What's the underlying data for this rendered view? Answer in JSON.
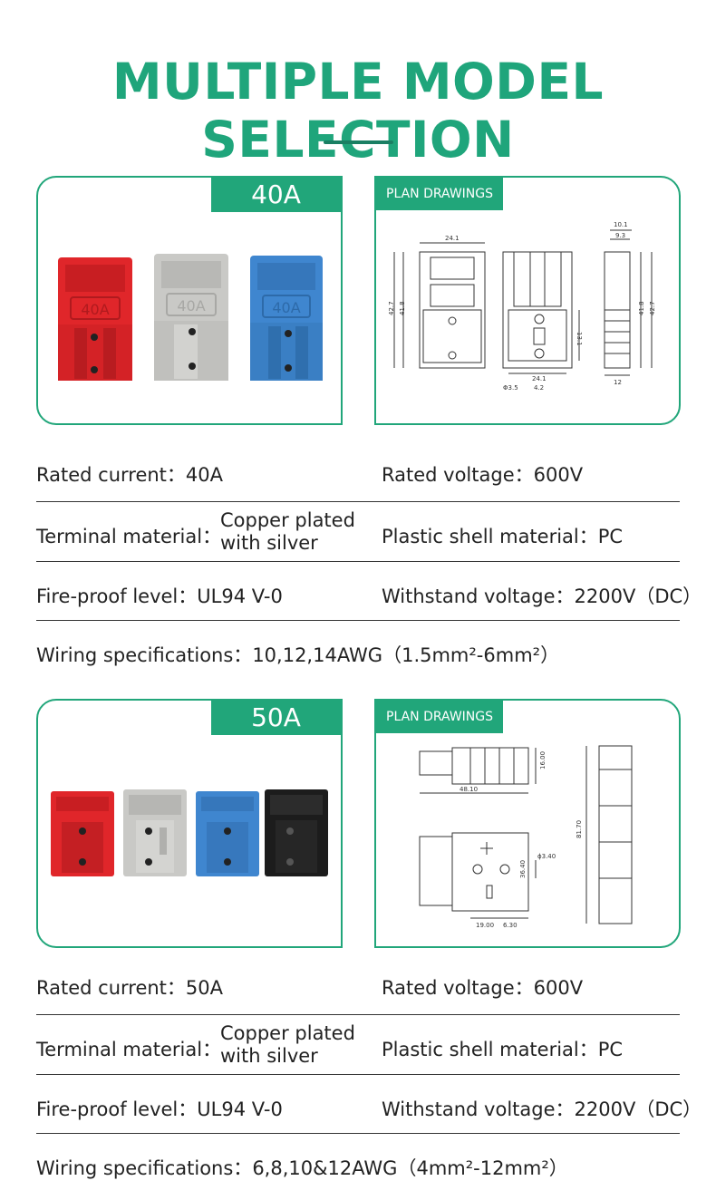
{
  "title": "MULTIPLE MODEL SELECTION",
  "plan_label": "PLAN DRAWINGS",
  "colors": {
    "accent": "#21a67a",
    "red": "#e0262a",
    "grey": "#c9c9c6",
    "blue": "#3f86cf",
    "black": "#1c1c1c"
  },
  "models": [
    {
      "badge": "40A",
      "connector_label": "40A",
      "specs": {
        "rated_current_k": "Rated current：",
        "rated_current_v": "40A",
        "rated_voltage_k": "Rated voltage：",
        "rated_voltage_v": "600V",
        "terminal_k": "Terminal material：",
        "terminal_v1": "Copper plated",
        "terminal_v2": "with silver",
        "shell_k": "Plastic shell material：",
        "shell_v": "PC",
        "fire_k": "Fire-proof level：",
        "fire_v": "UL94 V-0",
        "withstand_k": "Withstand voltage：",
        "withstand_v": "2200V（DC）",
        "wiring_k": "Wiring specifications：",
        "wiring_v": "10,12,14AWG（1.5mm²-6mm²）"
      },
      "dims": {
        "w": "24.1",
        "h1": "42.7",
        "h2": "41.8",
        "c1": "13.1",
        "c2": "24.1",
        "d": "Φ3.5",
        "e": "4.2",
        "s1": "10.1",
        "s2": "9.3",
        "s3": "41.8",
        "s4": "42.7",
        "s5": "12"
      }
    },
    {
      "badge": "50A",
      "specs": {
        "rated_current_k": "Rated current：",
        "rated_current_v": "50A",
        "rated_voltage_k": "Rated voltage：",
        "rated_voltage_v": "600V",
        "terminal_k": "Terminal material：",
        "terminal_v1": "Copper plated",
        "terminal_v2": "with silver",
        "shell_k": "Plastic shell material：",
        "shell_v": "PC",
        "fire_k": "Fire-proof level：",
        "fire_v": "UL94 V-0",
        "withstand_k": "Withstand voltage：",
        "withstand_v": "2200V（DC）",
        "wiring_k": "Wiring specifications：",
        "wiring_v": "6,8,10&12AWG（4mm²-12mm²）"
      },
      "dims": {
        "a": "48.10",
        "b": "16.00",
        "c": "81.70",
        "d": "ϕ3.40",
        "e": "36.40",
        "f": "19.00",
        "g": "6.30"
      }
    }
  ]
}
